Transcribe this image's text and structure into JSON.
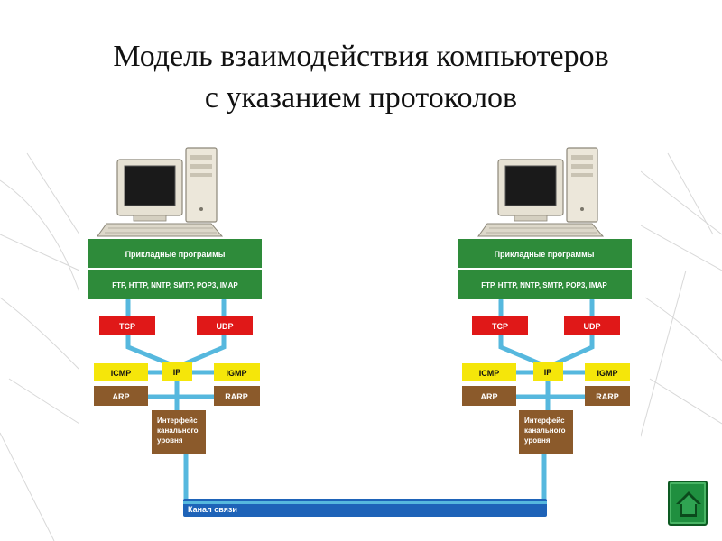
{
  "title": {
    "line1": "Модель взаимодействия компьютеров",
    "line2": "с указанием протоколов"
  },
  "hosts": [
    {
      "application": "Прикладные программы",
      "app_protocols": "FTP, HTTP, NNTP, SMTP, POP3, IMAP",
      "tcp": "TCP",
      "udp": "UDP",
      "icmp": "ICMP",
      "ip": "IP",
      "igmp": "IGMP",
      "arp": "ARP",
      "rarp": "RARP",
      "interface_line1": "Интерфейс",
      "interface_line2": "канального",
      "interface_line3": "уровня"
    },
    {
      "application": "Прикладные программы",
      "app_protocols": "FTP, HTTP, NNTP, SMTP, POP3, IMAP",
      "tcp": "TCP",
      "udp": "UDP",
      "icmp": "ICMP",
      "ip": "IP",
      "igmp": "IGMP",
      "arp": "ARP",
      "rarp": "RARP",
      "interface_line1": "Интерфейс",
      "interface_line2": "канального",
      "interface_line3": "уровня"
    }
  ],
  "channel_label": "Канал связи",
  "colors": {
    "green": "#2e8b3a",
    "red": "#e01818",
    "yellow": "#f5e60a",
    "brown": "#8b5a2b",
    "link": "#56b8de"
  },
  "home_button_icon": "home-icon"
}
